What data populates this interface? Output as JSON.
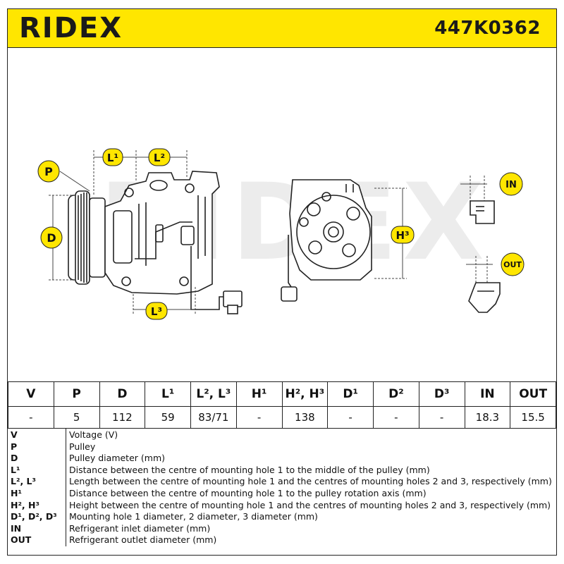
{
  "header": {
    "brand": "RIDEX",
    "part_number": "447K0362",
    "brand_color": "#ffe600"
  },
  "drawing": {
    "watermark": "RIDEX",
    "labels": {
      "P": "P",
      "D": "D",
      "L1": "L¹",
      "L2": "L²",
      "L3": "L³",
      "H3": "H³",
      "IN": "IN",
      "OUT": "OUT"
    }
  },
  "spec": {
    "headers": [
      "V",
      "P",
      "D",
      "L¹",
      "L², L³",
      "H¹",
      "H², H³",
      "D¹",
      "D²",
      "D³",
      "IN",
      "OUT"
    ],
    "values": [
      "-",
      "5",
      "112",
      "59",
      "83/71",
      "-",
      "138",
      "-",
      "-",
      "-",
      "18.3",
      "15.5"
    ]
  },
  "legend": [
    {
      "key": "V",
      "desc": "Voltage (V)"
    },
    {
      "key": "P",
      "desc": "Pulley"
    },
    {
      "key": "D",
      "desc": "Pulley diameter (mm)"
    },
    {
      "key": "L¹",
      "desc": "Distance between the centre of mounting hole 1 to the middle of the pulley (mm)"
    },
    {
      "key": "L², L³",
      "desc": "Length between the centre of mounting hole 1 and the centres of mounting holes 2 and 3, respectively (mm)"
    },
    {
      "key": "H¹",
      "desc": "Distance between the centre of mounting hole 1 to the pulley rotation axis (mm)"
    },
    {
      "key": "H², H³",
      "desc": "Height between the centre of mounting hole 1 and the centres of mounting holes 2 and 3, respectively (mm)"
    },
    {
      "key": "D¹, D², D³",
      "desc": "Mounting hole 1 diameter, 2 diameter, 3 diameter (mm)"
    },
    {
      "key": "IN",
      "desc": "Refrigerant inlet diameter (mm)"
    },
    {
      "key": "OUT",
      "desc": "Refrigerant outlet diameter (mm)"
    }
  ]
}
